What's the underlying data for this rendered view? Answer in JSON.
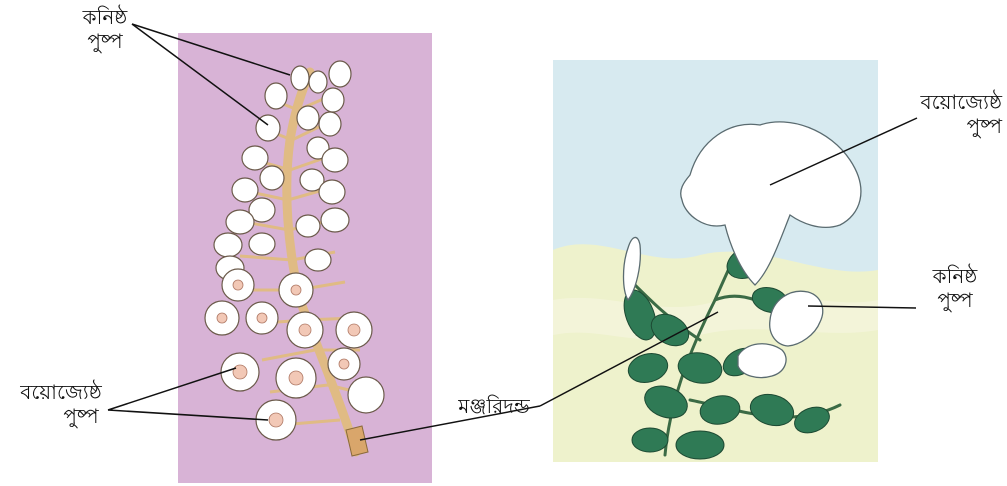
{
  "labels": {
    "youngest_flowers_left": {
      "line1": "কনিষ্ঠ",
      "line2": "পুষ্প"
    },
    "oldest_flowers_left": {
      "line1": "বয়োজ্যেষ্ঠ",
      "line2": "পুষ্প"
    },
    "rachis": "মঞ্জরিদন্ড",
    "oldest_flower_right": {
      "line1": "বয়োজ্যেষ্ঠ",
      "line2": "পুষ্প"
    },
    "youngest_flower_right": {
      "line1": "কনিষ্ঠ",
      "line2": "পুষ্প"
    }
  },
  "colors": {
    "left_panel_bg": "#d8b3d6",
    "right_panel_sky": "#d7eaf0",
    "right_panel_ground": "#eef2cc",
    "stem": "#e0bb84",
    "leaf": "#2f7a55",
    "flower": "#ffffff",
    "line": "#111111"
  }
}
